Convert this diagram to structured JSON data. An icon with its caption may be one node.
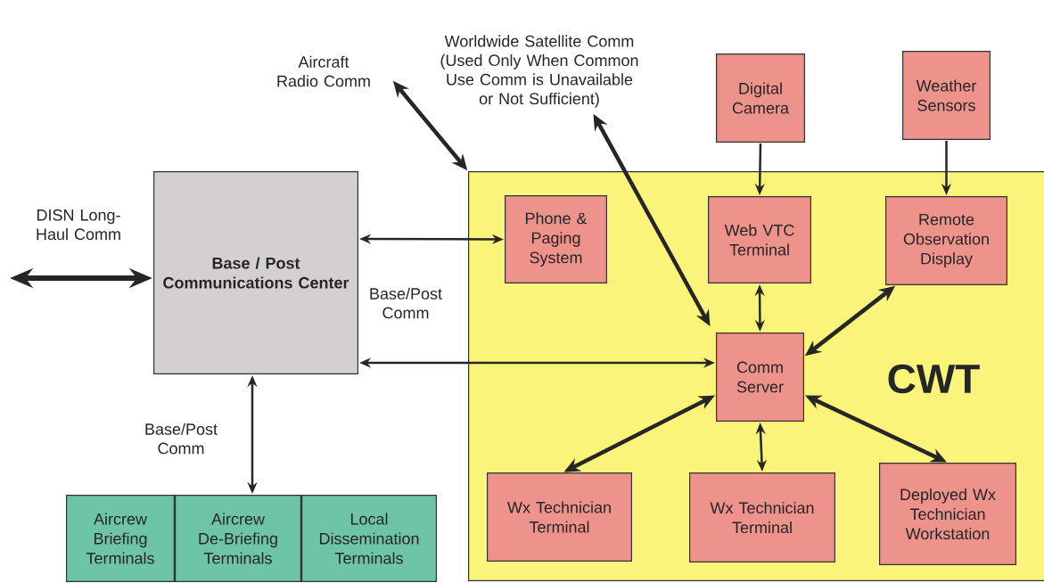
{
  "diagram": {
    "nodes": [
      {
        "text": [
          "Base / Post Communications Center"
        ]
      },
      {
        "text": [
          "CWT"
        ]
      },
      {
        "text": [
          "Phone & Paging System"
        ],
        "in": 1
      },
      {
        "text": [
          "Web VTC Terminal"
        ],
        "in": 1
      },
      {
        "text": [
          "Remote Observation Display"
        ],
        "in": 1
      },
      {
        "text": [
          "Comm Server"
        ],
        "in": 1
      },
      {
        "text": [
          "Wx Technician Terminal"
        ],
        "in": 1
      },
      {
        "text": [
          "Wx Technician Terminal"
        ],
        "in": 1
      },
      {
        "text": [
          "Deployed Wx Technician Workstation"
        ],
        "in": 1
      },
      {
        "text": [
          "Digital Camera"
        ]
      },
      {
        "text": [
          "Weather Sensors"
        ]
      },
      {
        "text": [
          "Aircrew Briefing Terminals"
        ]
      },
      {
        "text": [
          "Aircrew De-Briefing Terminals"
        ]
      },
      {
        "text": [
          "Local Dissemination Terminals"
        ]
      },
      {
        "text": [
          "Aircraft Radio Comm"
        ]
      },
      {
        "text": [
          "Worldwide Satellite Comm (Used Only When Common Use Comm is Unavailable or Not Sufficient)"
        ]
      }
    ],
    "edges": [
      {
        "from": 14,
        "to": 1,
        "arrow": "both",
        "style": "thick"
      },
      {
        "from": 15,
        "to": 5,
        "arrow": "both",
        "style": "thick"
      },
      {
        "from": null,
        "to": 0,
        "arrow": "both",
        "style": "thick",
        "label": "DISN Long-Haul Comm"
      },
      {
        "from": 0,
        "to": 2,
        "arrow": "both"
      },
      {
        "from": 5,
        "to": 0,
        "arrow": "both",
        "label": "Base/Post Comm"
      },
      {
        "from": 0,
        "to": 12,
        "arrow": "both",
        "label": "Base/Post Comm"
      },
      {
        "from": 9,
        "to": 3,
        "arrow": "to"
      },
      {
        "from": 10,
        "to": 4,
        "arrow": "to"
      },
      {
        "from": 3,
        "to": 5,
        "arrow": "both"
      },
      {
        "from": 4,
        "to": 5,
        "arrow": "both",
        "style": "thick"
      },
      {
        "from": 5,
        "to": 6,
        "arrow": "both",
        "style": "thick"
      },
      {
        "from": 5,
        "to": 7,
        "arrow": "both"
      },
      {
        "from": 5,
        "to": 8,
        "arrow": "both",
        "style": "thick"
      }
    ]
  }
}
